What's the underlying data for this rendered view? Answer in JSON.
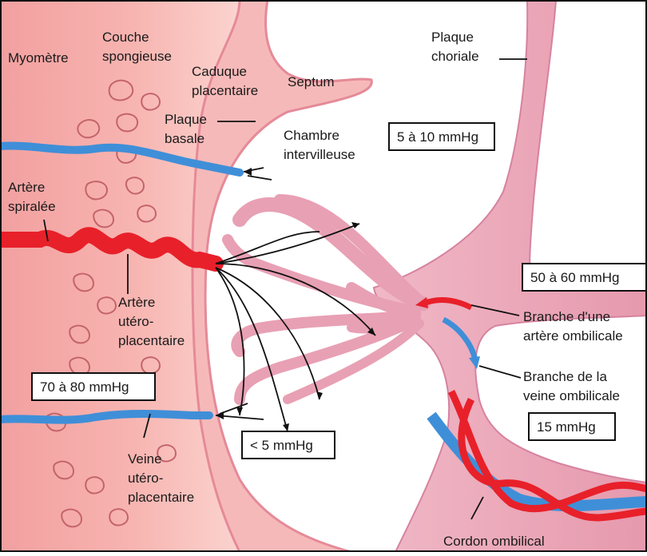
{
  "labels": {
    "myometre": "Myomètre",
    "couche_1": "Couche",
    "couche_2": "spongieuse",
    "caduque_1": "Caduque",
    "caduque_2": "placentaire",
    "septum": "Septum",
    "plaque_choriale_1": "Plaque",
    "plaque_choriale_2": "choriale",
    "plaque_basale_1": "Plaque",
    "plaque_basale_2": "basale",
    "chambre_1": "Chambre",
    "chambre_2": "intervilleuse",
    "artere_spiralee_1": "Artère",
    "artere_spiralee_2": "spiralée",
    "artere_utero_1": "Artère",
    "artere_utero_2": "utéro-",
    "artere_utero_3": "placentaire",
    "veine_utero_1": "Veine",
    "veine_utero_2": "utéro-",
    "veine_utero_3": "placentaire",
    "branche_artere_1": "Branche d'une",
    "branche_artere_2": "artère ombilicale",
    "branche_veine_1": "Branche de la",
    "branche_veine_2": "veine ombilicale",
    "cordon": "Cordon ombilical"
  },
  "pressures": {
    "intervillous": "5 à 10 mmHg",
    "umbilical_artery": "50 à 60 mmHg",
    "spiral_artery": "70 à 80 mmHg",
    "venous_return": "< 5 mmHg",
    "umbilical_vein": "15 mmHg"
  },
  "colors": {
    "maternal_tissue": "#f4a3a3",
    "decidua": "#f9c6c2",
    "chorionic_tissue": "#e8a0b4",
    "artery": "#e8202a",
    "vein": "#3f8fd8",
    "intervillous_space": "#ffffff"
  }
}
